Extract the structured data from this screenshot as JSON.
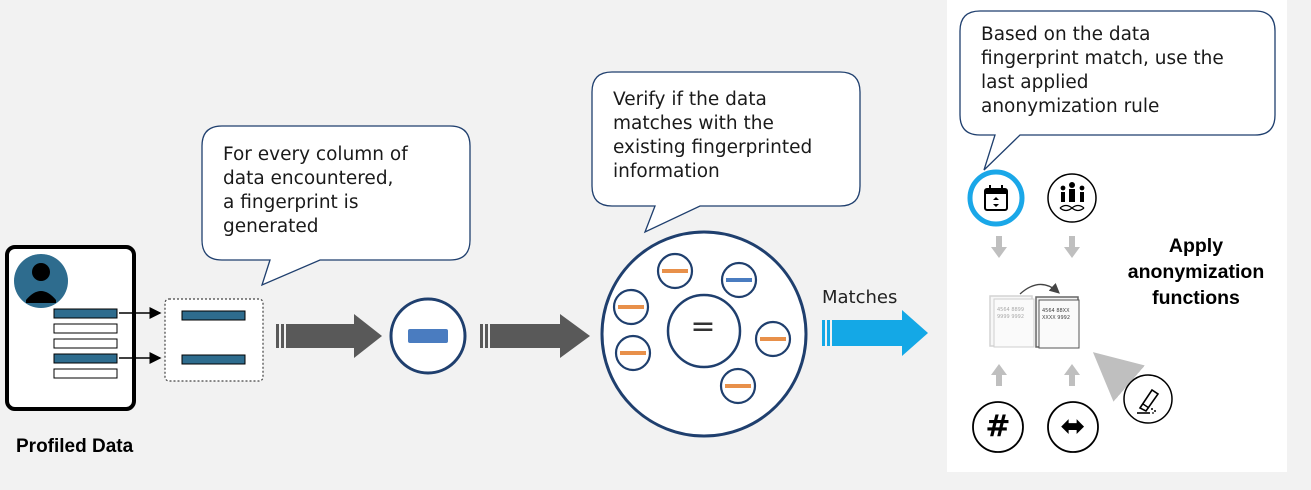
{
  "callouts": {
    "fingerprint": "For every column of\ndata encountered,\na fingerprint is\ngenerated",
    "verify": "Verify if the data\nmatches with the\nexisting fingerprinted\ninformation",
    "based_on": "Based on the data\nfingerprint match, use the\nlast applied\nanonymization rule"
  },
  "labels": {
    "profiled_data": "Profiled Data",
    "matches": "Matches",
    "apply": "Apply\nanonymization\nfunctions",
    "equals": "="
  },
  "anonymization": {
    "card_front_text": "4564 88XX\nXXXX 9992",
    "card_back_text": "4564 8899\n9999 9992",
    "icons": {
      "hash_glyph": "#",
      "swap_glyph": "⬌"
    }
  },
  "colors": {
    "background": "#f2f2f2",
    "dark_blue": "#1f3f6e",
    "bar_blue": "#2e6c8e",
    "fingerprint_blue": "#4a7cc0",
    "orange": "#e8904a",
    "gray_arrow": "#595959",
    "cyan_arrow": "#14a8e6",
    "highlight_ring": "#1aa7e8",
    "light_gray": "#bfbfbf"
  }
}
